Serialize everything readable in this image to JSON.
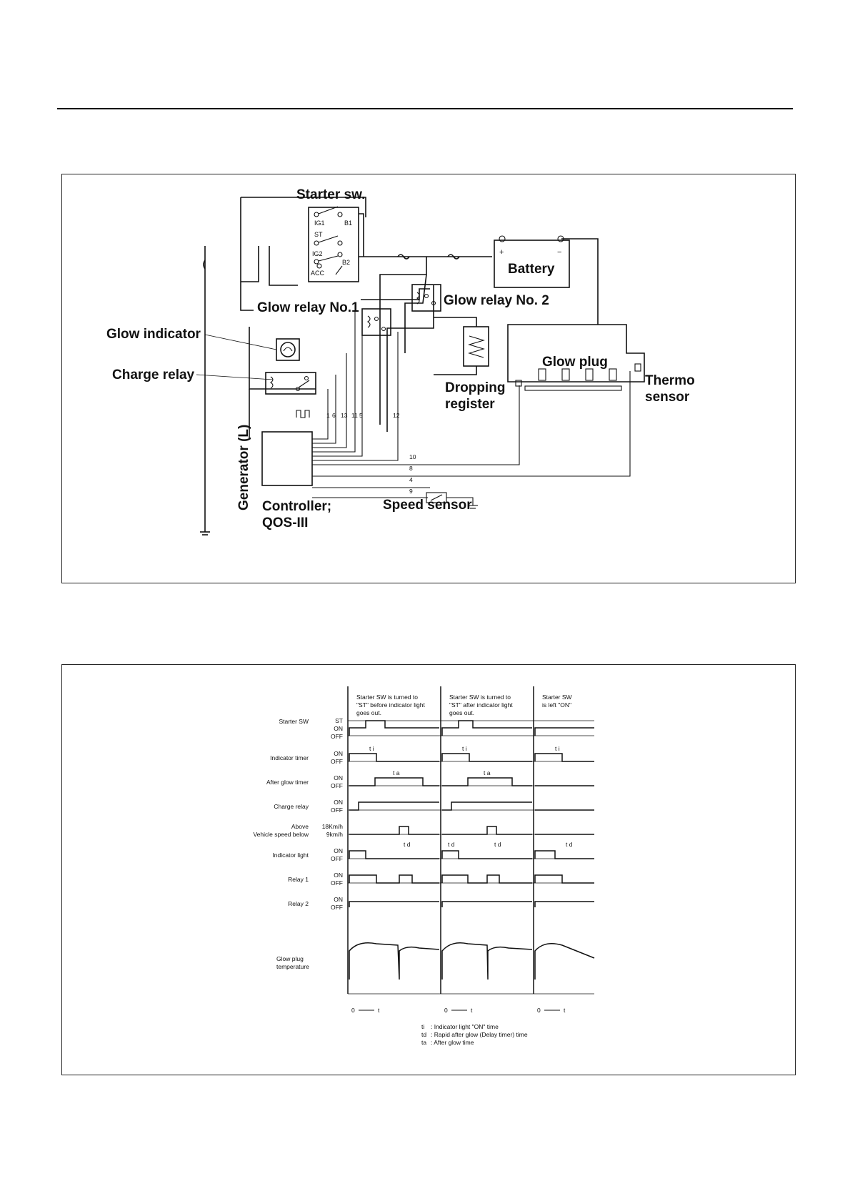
{
  "wiring_diagram": {
    "labels": {
      "starter_sw": "Starter sw.",
      "ig1": "IG1",
      "b1": "B1",
      "st": "ST",
      "ig2": "IG2",
      "acc": "ACC",
      "b2": "B2",
      "battery": "Battery",
      "battery_plus": "+",
      "battery_minus": "−",
      "glow_relay_1": "Glow relay No.1",
      "glow_relay_2": "Glow relay No. 2",
      "glow_indicator": "Glow indicator",
      "charge_relay": "Charge relay",
      "dropping_register_1": "Dropping",
      "dropping_register_2": "register",
      "glow_plug": "Glow plug",
      "thermo_sensor_1": "Thermo",
      "thermo_sensor_2": "sensor",
      "generator": "Generator (L)",
      "controller_1": "Controller;",
      "controller_2": "QOS-III",
      "speed_sensor": "Speed sensor"
    },
    "pins": [
      "1",
      "6",
      "13",
      "11",
      "5",
      "12",
      "10",
      "8",
      "4",
      "9"
    ]
  },
  "timing_chart": {
    "column_headers": [
      [
        "Starter SW is turned to",
        "\"ST\" before indicator light",
        "goes out."
      ],
      [
        "Starter SW is turned to",
        "\"ST\" after indicator light",
        "goes out."
      ],
      [
        "Starter SW",
        "is left \"ON\""
      ]
    ],
    "rows": [
      {
        "name": "Starter SW",
        "states": [
          "ST",
          "ON",
          "OFF"
        ]
      },
      {
        "name": "Indicator timer",
        "states": [
          "ON",
          "OFF"
        ]
      },
      {
        "name": "After glow timer",
        "states": [
          "ON",
          "OFF"
        ]
      },
      {
        "name": "Charge relay",
        "states": [
          "ON",
          "OFF"
        ]
      },
      {
        "name_lines": [
          "Above",
          "Vehicle speed below"
        ],
        "states": [
          "18Km/h",
          "9km/h"
        ]
      },
      {
        "name": "Indicator light",
        "states": [
          "ON",
          "OFF"
        ]
      },
      {
        "name": "Relay 1",
        "states": [
          "ON",
          "OFF"
        ]
      },
      {
        "name": "Relay 2",
        "states": [
          "ON",
          "OFF"
        ]
      },
      {
        "name_lines": [
          "Glow plug",
          "temperature"
        ]
      }
    ],
    "time_marks": {
      "ti": "t i",
      "ta": "t a",
      "td": "t d"
    },
    "axis_label": {
      "zero": "0",
      "t": "t"
    },
    "legend": [
      {
        "abbr": "ti",
        "desc": ": Indicator light \"ON\" time"
      },
      {
        "abbr": "td",
        "desc": ": Rapid after glow (Delay timer) time"
      },
      {
        "abbr": "ta",
        "desc": ": After glow time"
      }
    ]
  }
}
